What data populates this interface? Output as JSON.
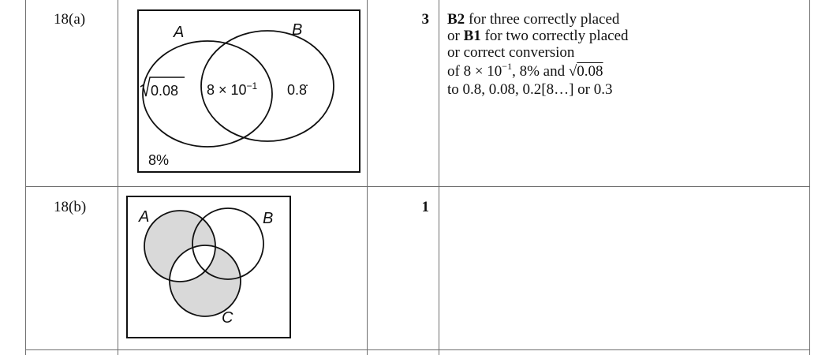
{
  "rows": [
    {
      "question": "18(a)",
      "mark": "3",
      "venn": {
        "set_a": "A",
        "set_b": "B",
        "left_value": "0.08",
        "middle_value": "8 × 10",
        "middle_exponent": "−1",
        "right_value": "0.8̇",
        "outside_value": "8%"
      },
      "guidance": {
        "line1_bold": "B2",
        "line1_rest": " for three correctly placed",
        "line2_prefix": "or ",
        "line2_bold": "B1",
        "line2_rest": " for two correctly placed",
        "line3": "or correct conversion",
        "line4_start": "of 8 × 10",
        "line4_exponent": "−1",
        "line4_mid": ", 8% and ",
        "line4_radicand": "0.08",
        "line5": "to 0.8, 0.08, 0.2[8…] or 0.3"
      }
    },
    {
      "question": "18(b)",
      "mark": "1",
      "venn": {
        "set_a": "A",
        "set_b": "B",
        "set_c": "C",
        "shade_color": "#d9d9d9"
      }
    }
  ]
}
